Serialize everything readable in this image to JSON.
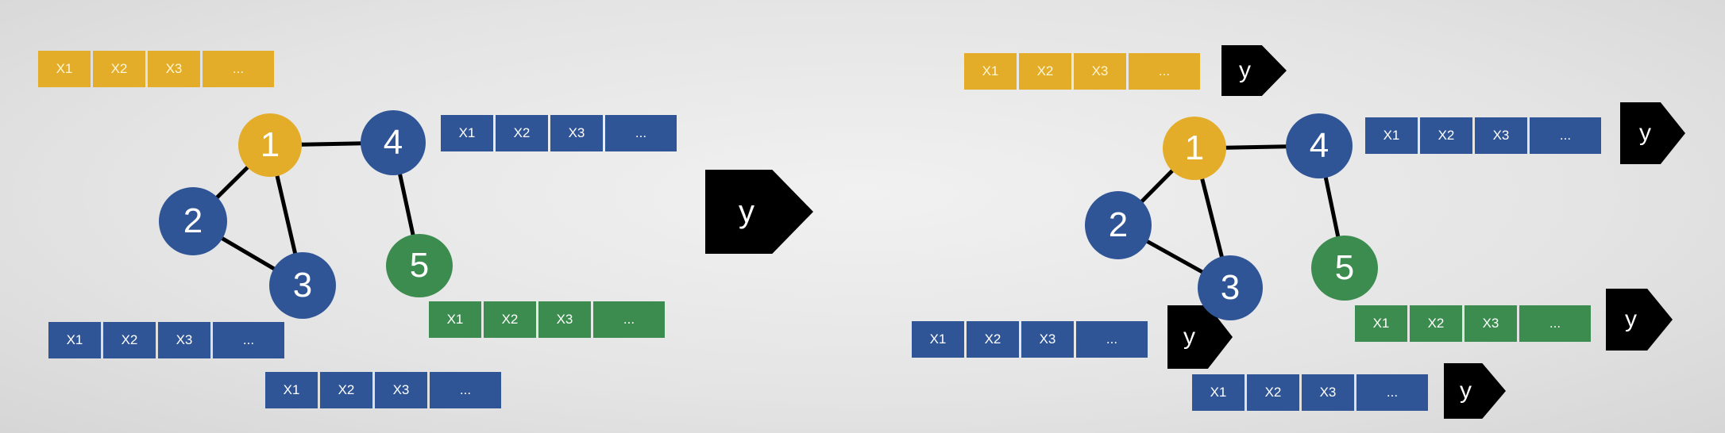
{
  "colors": {
    "yellow": "#e3ad29",
    "blue": "#2f5597",
    "green": "#3b8c4e",
    "edge": "#000000",
    "output": "#000000"
  },
  "feature_labels": [
    "X1",
    "X2",
    "X3",
    "..."
  ],
  "output_label": "y",
  "left_graph": {
    "nodes": [
      {
        "id": "1",
        "color": "yellow"
      },
      {
        "id": "2",
        "color": "blue"
      },
      {
        "id": "3",
        "color": "blue"
      },
      {
        "id": "4",
        "color": "blue"
      },
      {
        "id": "5",
        "color": "green"
      }
    ],
    "edges": [
      [
        "1",
        "2"
      ],
      [
        "1",
        "3"
      ],
      [
        "2",
        "3"
      ],
      [
        "1",
        "4"
      ],
      [
        "4",
        "5"
      ]
    ]
  },
  "right_graph": {
    "nodes": [
      {
        "id": "1",
        "color": "yellow"
      },
      {
        "id": "2",
        "color": "blue"
      },
      {
        "id": "3",
        "color": "blue"
      },
      {
        "id": "4",
        "color": "blue"
      },
      {
        "id": "5",
        "color": "green"
      }
    ],
    "edges": [
      [
        "1",
        "2"
      ],
      [
        "1",
        "3"
      ],
      [
        "2",
        "3"
      ],
      [
        "1",
        "4"
      ],
      [
        "4",
        "5"
      ]
    ]
  }
}
